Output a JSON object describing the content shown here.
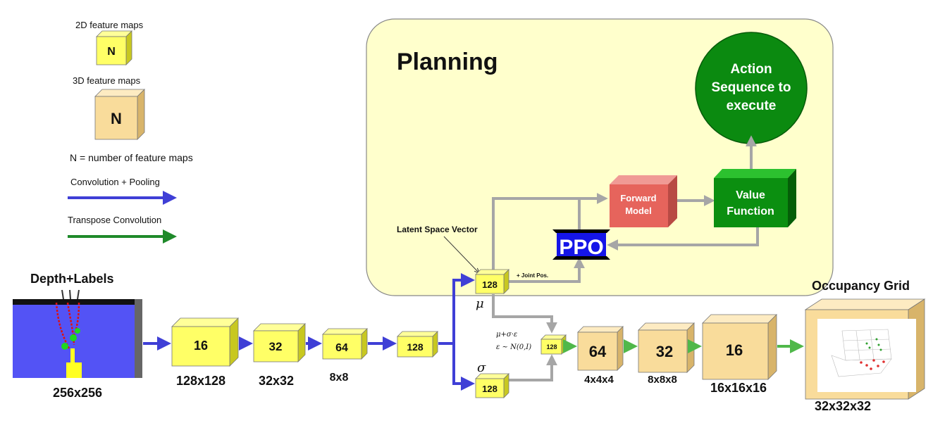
{
  "legend": {
    "feat2d_label": "2D feature maps",
    "feat3d_label": "3D feature maps",
    "n_symbol": "N",
    "n_definition": "N  = number of feature maps",
    "conv_pool_label": "Convolution + Pooling",
    "transpose_label": "Transpose Convolution"
  },
  "planning": {
    "title": "Planning",
    "action_text": [
      "Action",
      "Sequence to",
      "execute"
    ],
    "forward_model": [
      "Forward",
      "Model"
    ],
    "value_function": [
      "Value",
      "Function"
    ],
    "ppo": "PPO",
    "latent_label": "Latent Space Vector",
    "joint_pos": "+ Joint Pos."
  },
  "input": {
    "title": "Depth+Labels",
    "size": "256x256"
  },
  "encoder": [
    {
      "n": "16",
      "size": "128x128"
    },
    {
      "n": "32",
      "size": "32x32"
    },
    {
      "n": "64",
      "size": "8x8"
    },
    {
      "n": "128",
      "size": ""
    }
  ],
  "latent": {
    "mu_block": "128",
    "sigma_block": "128",
    "z_block": "128",
    "mu_symbol": "μ",
    "sigma_symbol": "σ",
    "formula_1": "μ+σ·ε",
    "formula_2": "ε ~ N(0,I)"
  },
  "decoder": [
    {
      "n": "64",
      "size": "4x4x4"
    },
    {
      "n": "32",
      "size": "8x8x8"
    },
    {
      "n": "16",
      "size": "16x16x16"
    }
  ],
  "output": {
    "title": "Occupancy Grid",
    "size": "32x32x32"
  },
  "colors": {
    "yellow_front": "#ffff66",
    "orange_front": "#f9dc9b",
    "planning_bg": "#ffffcc",
    "blue_arrow": "#3f3fd6",
    "green_arrow": "#50b84a",
    "circle_green": "#0b8a10",
    "value_green": "#0b8f10",
    "forward_red": "#e6645c",
    "ppo_blue": "#1515e8",
    "gray_arrow": "#a6a6a6"
  }
}
